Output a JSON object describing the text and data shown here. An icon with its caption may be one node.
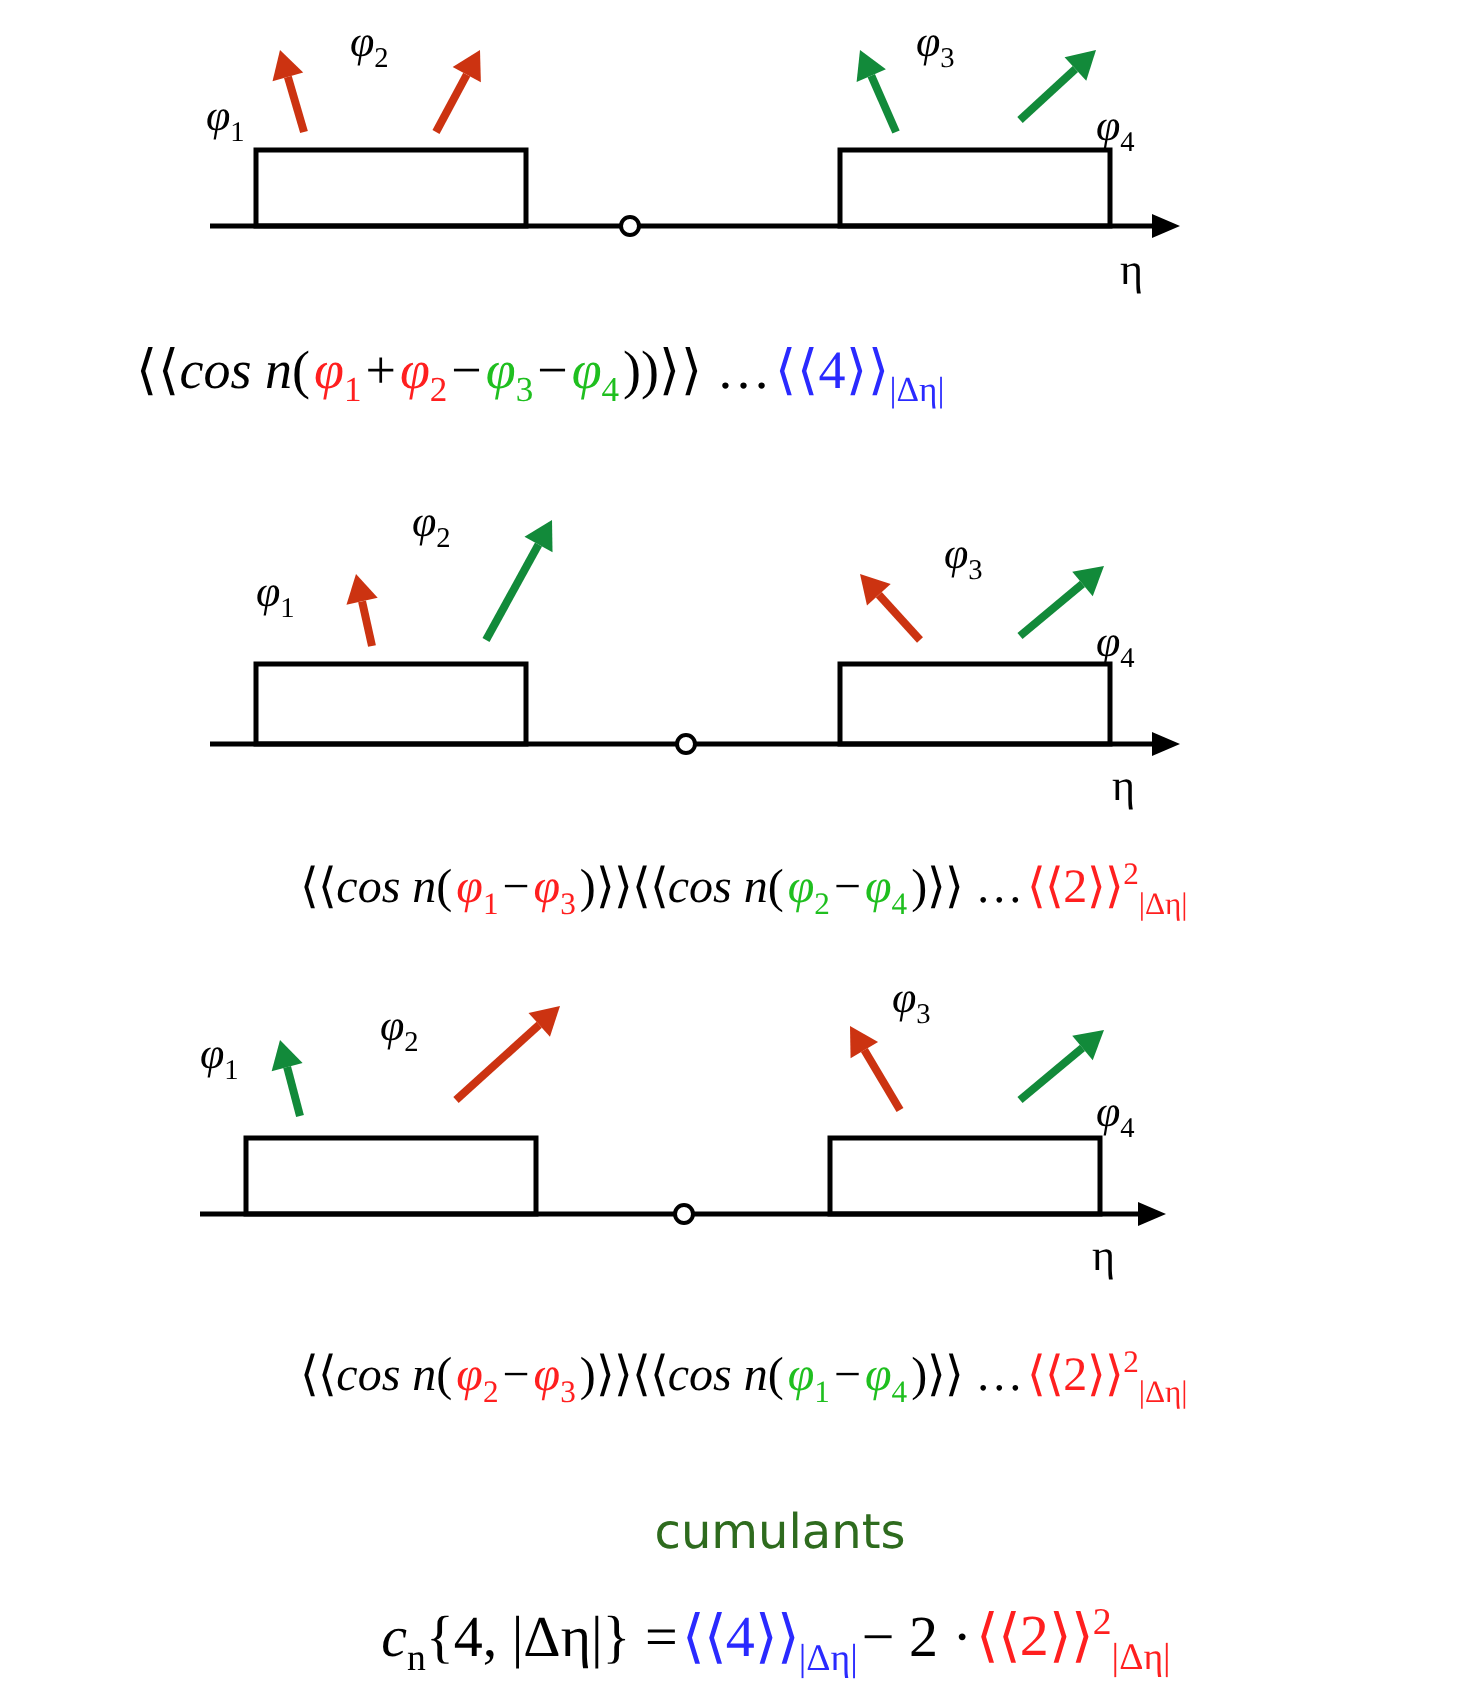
{
  "diagram": {
    "nodes": [
      {
        "text": [],
        "shape": "box"
      },
      {
        "text": [],
        "shape": "box"
      },
      {
        "text": [],
        "shape": "box"
      },
      {
        "text": [],
        "shape": "box"
      },
      {
        "text": [],
        "shape": "box"
      },
      {
        "text": [],
        "shape": "box"
      }
    ],
    "labels": [
      "*φ*$_{2}$",
      "*φ*$_{3}$",
      "*φ*$_{1}$",
      "*φ*$_{4}$",
      "η",
      "⟨⟨*cos* *n*(",
      "*φ*$_{1}$",
      "+",
      "*φ*$_{2}$",
      "−",
      "*φ*$_{3}$",
      "−",
      "*φ*$_{4}$",
      "))⟩⟩ …",
      "⟨⟨4⟩⟩$_{|Δη|}$",
      "*φ*$_{2}$",
      "*φ*$_{3}$",
      "*φ*$_{1}$",
      "*φ*$_{4}$",
      "η",
      "⟨⟨*cos* *n*(",
      "*φ*$_{1}$",
      "−",
      "*φ*$_{3}$",
      ")⟩⟩⟨⟨*cos* *n*(",
      "*φ*$_{2}$",
      "−",
      "*φ*$_{4}$",
      ")⟩⟩ …",
      "⟨⟨2⟩⟩$^{2}$$_{|Δη|}$",
      "*φ*$_{3}$",
      "*φ*$_{2}$",
      "*φ*$_{1}$",
      "*φ*$_{4}$",
      "η",
      "⟨⟨*cos* *n*(",
      "*φ*$_{2}$",
      "−",
      "*φ*$_{3}$",
      ")⟩⟩⟨⟨*cos* *n*(",
      "*φ*$_{1}$",
      "−",
      "*φ*$_{4}$",
      ")⟩⟩ …",
      "⟨⟨2⟩⟩$^{2}$$_{|Δη|}$",
      "cumulants",
      "*c*$_{n}${4, |Δη|} =",
      "⟨⟨4⟩⟩$_{|Δη|}$",
      "− 2 ·",
      "⟨⟨2⟩⟩$^{2}$$_{|Δη|}$"
    ]
  }
}
